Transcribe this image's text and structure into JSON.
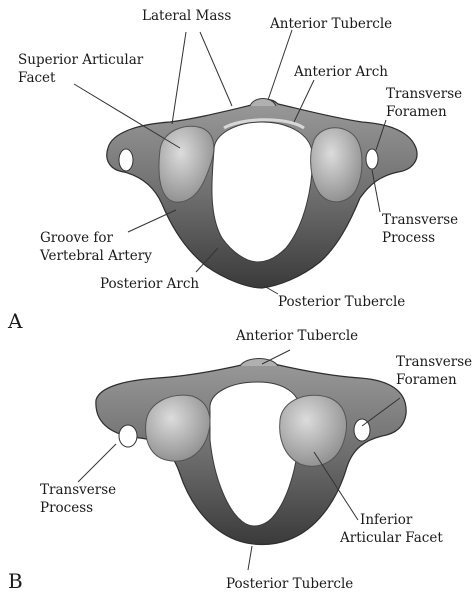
{
  "figure": {
    "panels": [
      {
        "letter": "A",
        "labels": {
          "lateral_mass": "Lateral Mass",
          "anterior_tubercle": "Anterior Tubercle",
          "superior_articular_facet_l1": "Superior Articular",
          "superior_articular_facet_l2": "Facet",
          "anterior_arch": "Anterior Arch",
          "transverse_foramen_l1": "Transverse",
          "transverse_foramen_l2": "Foramen",
          "transverse_process_l1": "Transverse",
          "transverse_process_l2": "Process",
          "groove_l1": "Groove for",
          "groove_l2": "Vertebral Artery",
          "posterior_arch": "Posterior Arch",
          "posterior_tubercle": "Posterior Tubercle"
        }
      },
      {
        "letter": "B",
        "labels": {
          "anterior_tubercle": "Anterior Tubercle",
          "transverse_foramen_l1": "Transverse",
          "transverse_foramen_l2": "Foramen",
          "transverse_process_l1": "Transverse",
          "transverse_process_l2": "Process",
          "inferior_facet_l1": "Inferior",
          "inferior_facet_l2": "Articular Facet",
          "posterior_tubercle": "Posterior Tubercle"
        }
      }
    ]
  },
  "colors": {
    "bone_dark": "#2e2e2e",
    "bone_mid": "#7a7a7a",
    "bone_light": "#c9c9c9",
    "facet": "#b5b5b5",
    "leader": "#333333"
  }
}
